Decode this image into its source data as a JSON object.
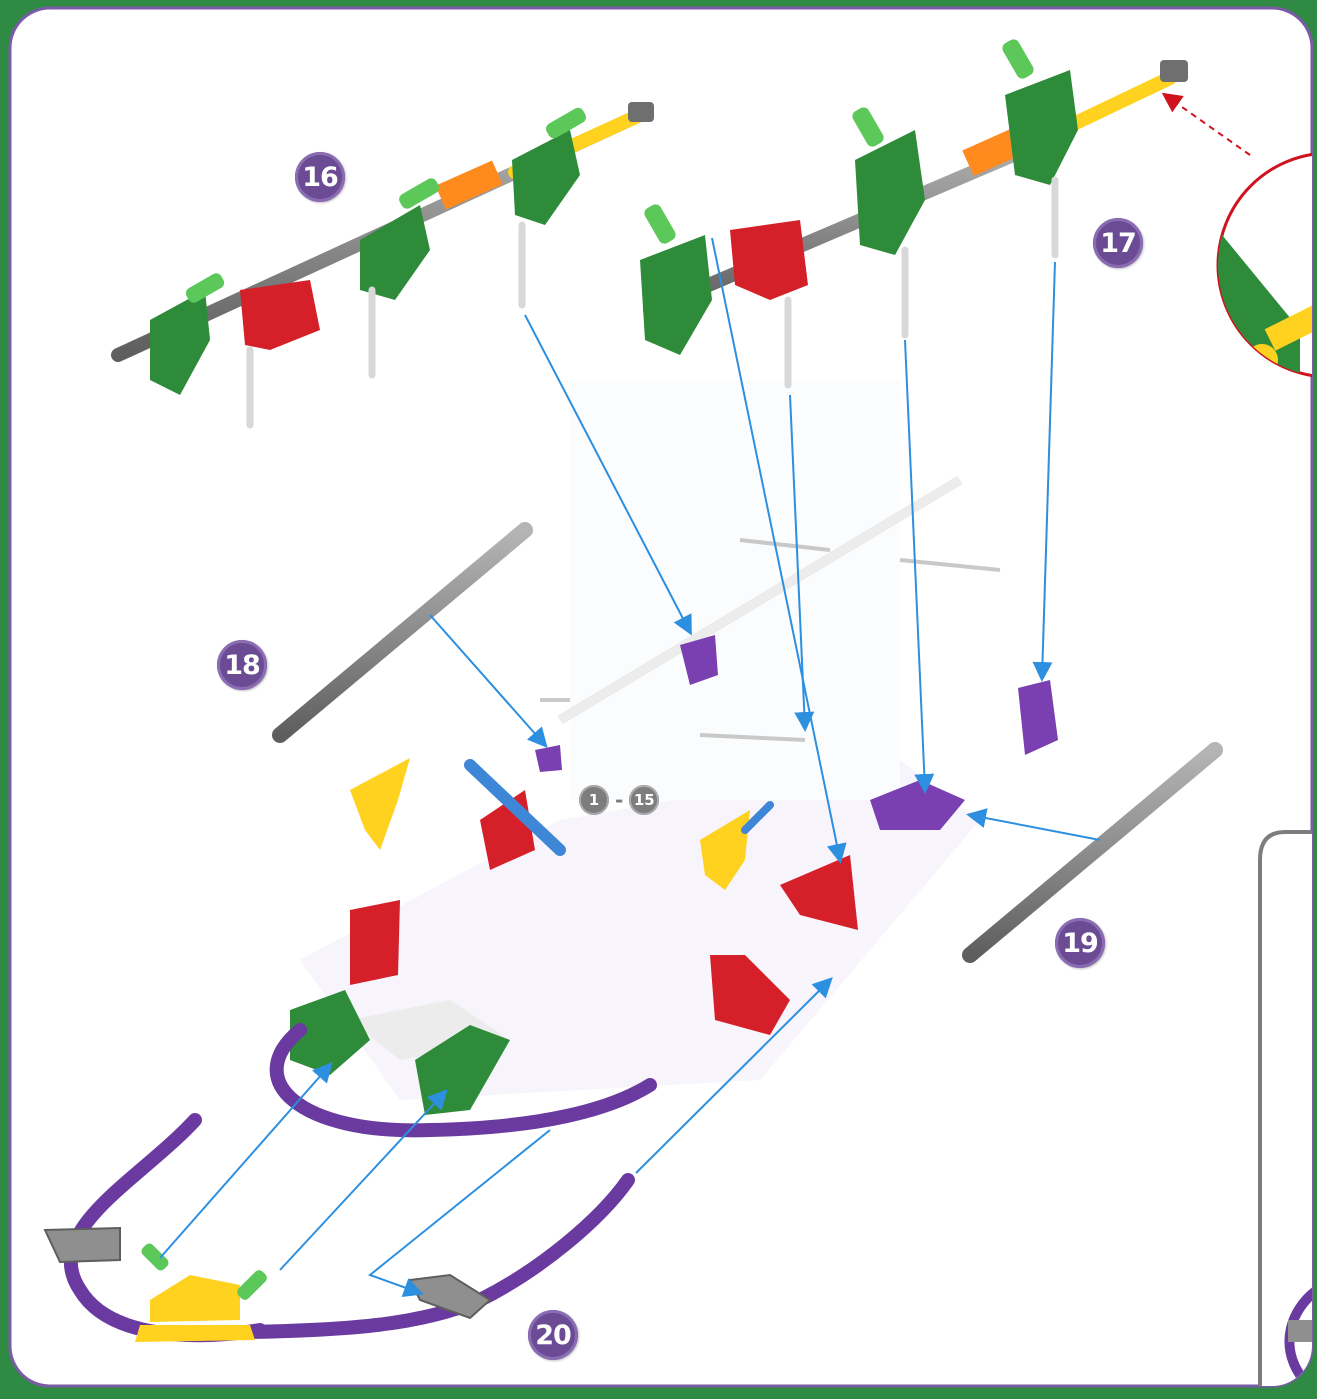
{
  "steps": [
    {
      "label": "16"
    },
    {
      "label": "17"
    },
    {
      "label": "18"
    },
    {
      "label": "19"
    },
    {
      "label": "20"
    }
  ],
  "previous_steps": {
    "from": "1",
    "separator": "-",
    "to": "15"
  },
  "colors": {
    "background_green": "#2f8a44",
    "panel_white": "#ffffff",
    "panel_border": "#7b5aa6",
    "step_badge": "#6b4b93",
    "rod_gray": "#8c8c8c",
    "rod_yellow": "#ffd21f",
    "connector_orange": "#ff8a1e",
    "connector_green": "#2e8b3a",
    "connector_red": "#d5202a",
    "connector_purple": "#7a3fb0",
    "arrow_blue": "#2c8fe0",
    "arrow_red_dashed": "#d0121f"
  },
  "icons": [
    "zoom-callout-circle",
    "dashed-pointer-arrow"
  ]
}
